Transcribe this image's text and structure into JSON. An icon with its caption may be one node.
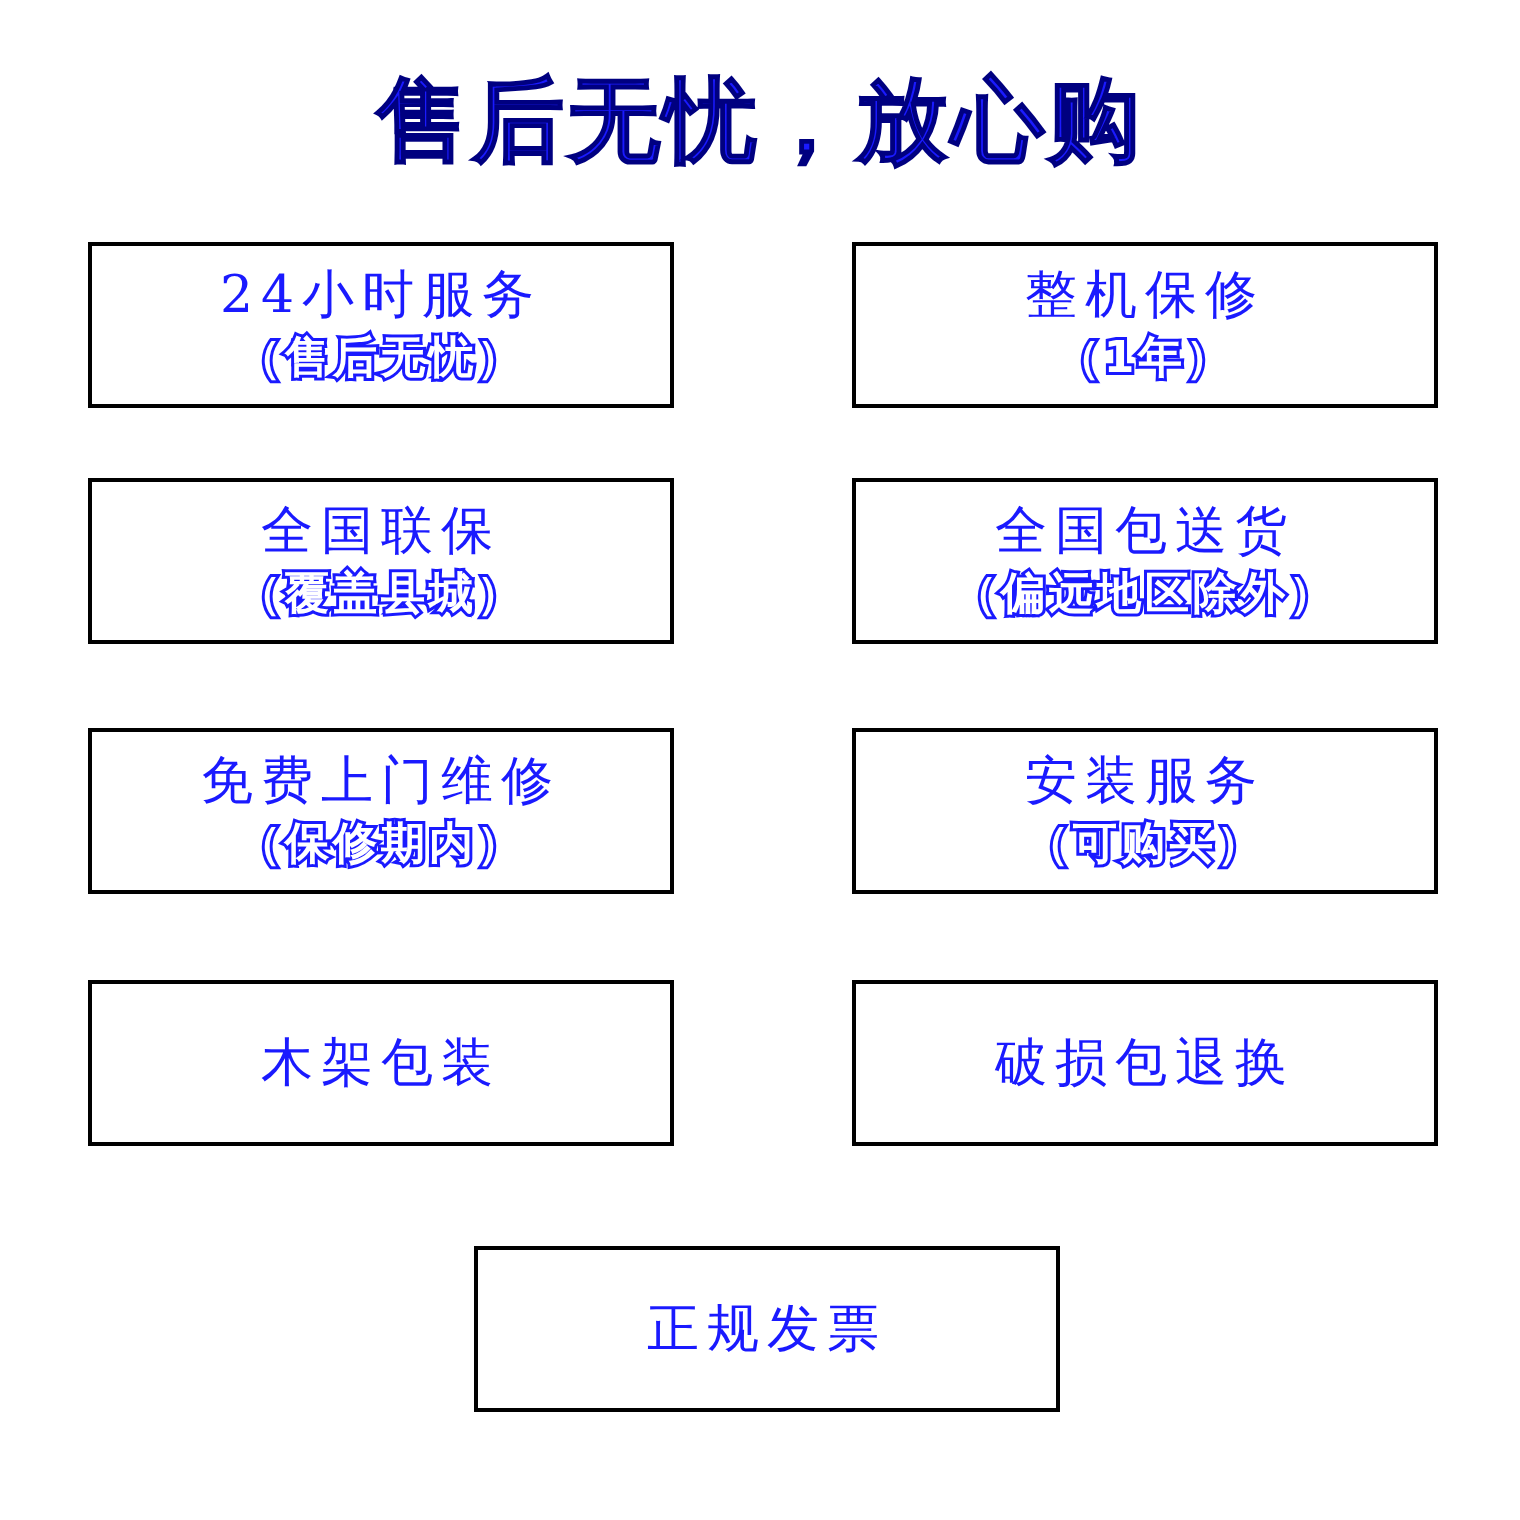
{
  "diagram": {
    "title": "售后无忧，放心购",
    "nodes": [
      {
        "text": [
          "24小时服务",
          "（售后无忧）"
        ]
      },
      {
        "text": [
          "整机保修",
          "（1年）"
        ]
      },
      {
        "text": [
          "全国联保",
          "（覆盖县城）"
        ]
      },
      {
        "text": [
          "全国包送货",
          "（偏远地区除外）"
        ]
      },
      {
        "text": [
          "免费上门维修",
          "（保修期内）"
        ]
      },
      {
        "text": [
          "安装服务",
          "（可购买）"
        ]
      },
      {
        "text": [
          "木架包装"
        ]
      },
      {
        "text": [
          "破损包退换"
        ]
      },
      {
        "text": [
          "正规发票"
        ]
      }
    ]
  }
}
